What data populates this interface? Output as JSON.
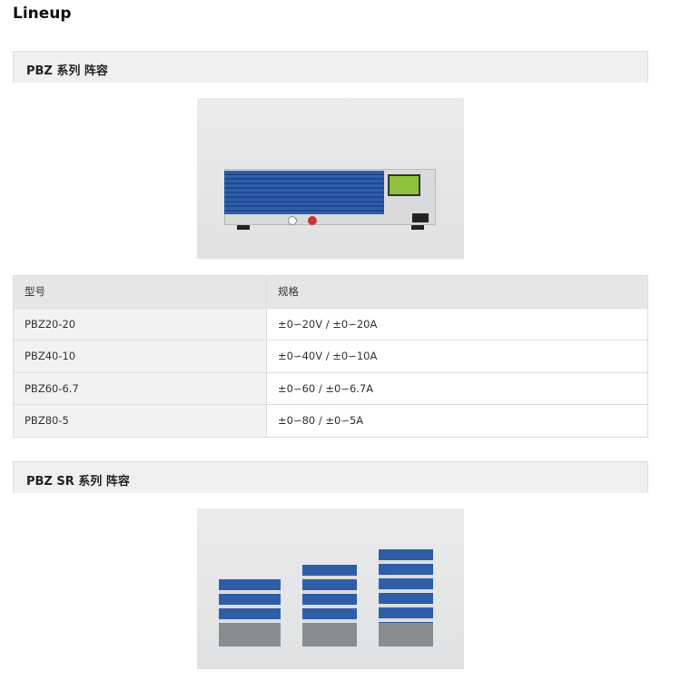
{
  "page_title": "Lineup",
  "sections": [
    {
      "title": "PBZ 系列 阵容"
    },
    {
      "title": "PBZ SR 系列 阵容"
    }
  ],
  "table": {
    "headers": [
      "型号",
      "规格"
    ],
    "rows": [
      [
        "PBZ20-20",
        "±0∽20V / ±0∽20A"
      ],
      [
        "PBZ40-10",
        "±0∽40V / ±0∽10A"
      ],
      [
        "PBZ60-6.7",
        "±0∽60 / ±0∽6.7A"
      ],
      [
        "PBZ80-5",
        "±0∽80 / ±0∽5A"
      ]
    ]
  },
  "colors": {
    "unit_blue": "#2f5ea8",
    "header_bg": "#f0f0f0"
  }
}
